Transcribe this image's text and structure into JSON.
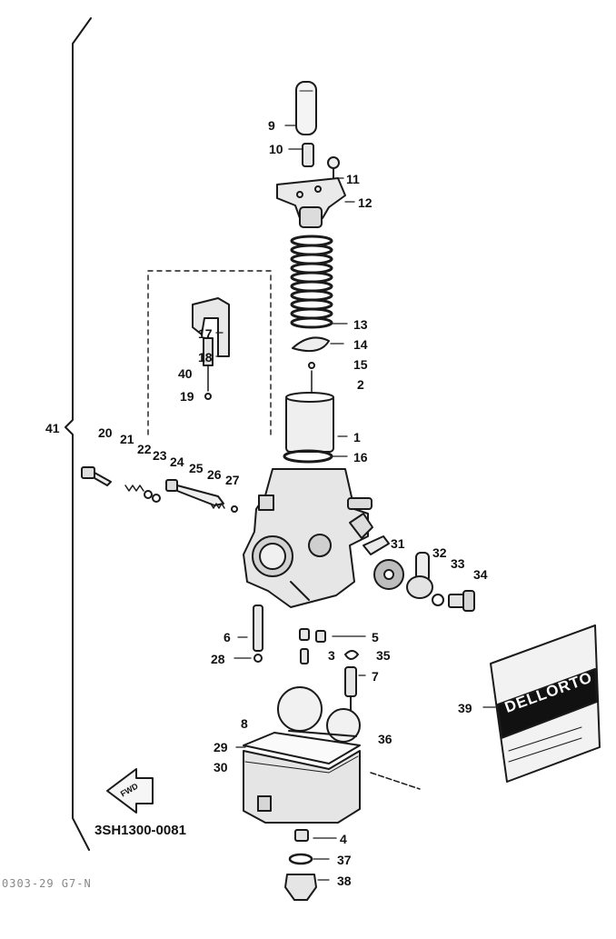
{
  "diagram": {
    "part_code": "3SH1300-0081",
    "assembly_label": "41",
    "direction_arrow_text": "FWD",
    "package_brand": "DELLORTO",
    "footer_stamp": "0303-29  G7-N",
    "parts": [
      "1",
      "2",
      "3",
      "4",
      "5",
      "6",
      "7",
      "8",
      "9",
      "10",
      "11",
      "12",
      "13",
      "14",
      "15",
      "16",
      "17",
      "18",
      "19",
      "20",
      "21",
      "22",
      "23",
      "24",
      "25",
      "26",
      "27",
      "28",
      "29",
      "30",
      "31",
      "32",
      "33",
      "34",
      "35",
      "36",
      "37",
      "38",
      "39",
      "40"
    ]
  }
}
